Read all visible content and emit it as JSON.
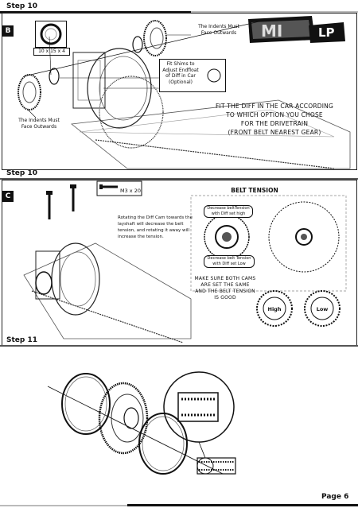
{
  "header": {
    "step": "Step 10"
  },
  "logo": {
    "text": "LP"
  },
  "section_b": {
    "badge": "B",
    "dim_label": "10 x 15 x 4",
    "note_top": "The Indents Must\nFace Outwards",
    "note_left": "The Indents Must\nFace Outwards",
    "shim_note": "Fit Shims to\nAdjust Endfloat\nof Diff in Car\n(Optional)",
    "instruction": "FIT THE DIFF IN THE CAR ACCORDING\nTO WHICH OPTION YOU CHOSE\nFOR THE DRIVETRAIN\n(FRONT BELT NEAREST GEAR)"
  },
  "step10b": {
    "label": "Step 10"
  },
  "section_c": {
    "badge": "C",
    "screw_label": "M3 x 20",
    "tension_title": "BELT TENSION",
    "rotate_note": "Rotating the Diff Cam towards the\nlayshaft will decrease the belt\ntension, and rotating it away will\nincrease the tension.",
    "decrease_high": "Decrease beltTension\nwith Diff set high",
    "decrease_low": "Decrease belt Tension\nwith Diff set Low",
    "cams_note": "MAKE SURE BOTH CAMS\nARE SET THE SAME\nAND THE BELT TENSION\nIS GOOD",
    "cam_high": "High",
    "cam_low": "Low"
  },
  "step11": {
    "label": "Step 11"
  },
  "footer": {
    "page": "Page 6"
  }
}
